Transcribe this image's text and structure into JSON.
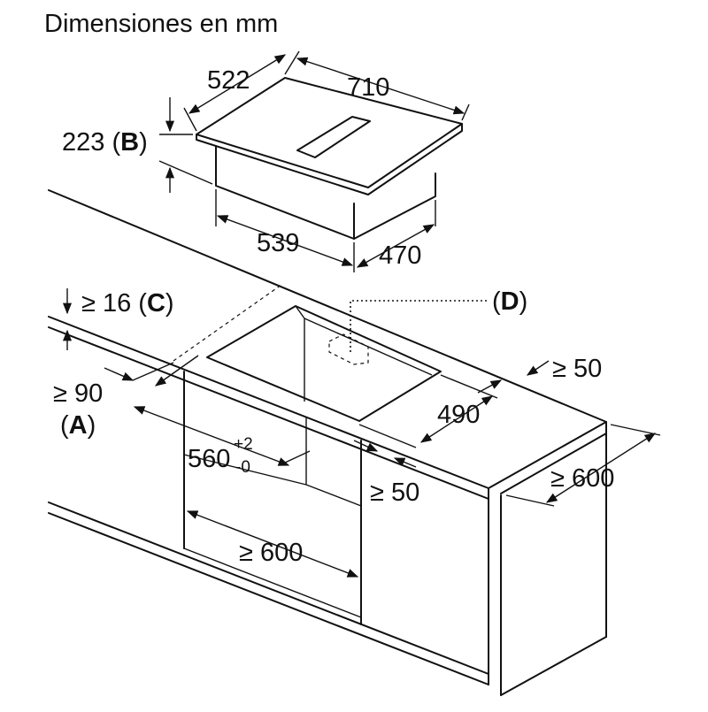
{
  "title": "Dimensiones en mm",
  "hob": {
    "width": "710",
    "depth": "522",
    "height_value": "223",
    "height_ref": "B",
    "body_width": "539",
    "body_depth": "470"
  },
  "cutout": {
    "worktop_thickness": "≥ 16",
    "worktop_ref": "C",
    "front_distance": "≥ 90",
    "front_ref": "A",
    "width_value": "560",
    "width_tol_plus": "+2",
    "width_tol_minus": "-0",
    "depth": "490",
    "rear_distance": "≥ 50",
    "side_distance": "≥ 50",
    "worktop_depth": "≥ 600",
    "cabinet_width": "≥ 600",
    "detail_ref": "D"
  }
}
